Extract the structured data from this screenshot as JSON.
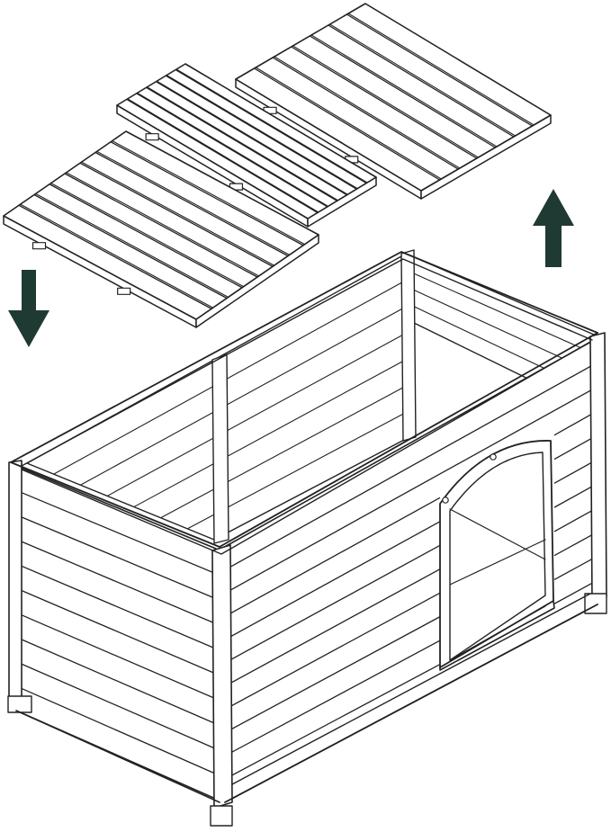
{
  "colors": {
    "line": "#222222",
    "background": "#ffffff",
    "arrow": "#1f3a32"
  },
  "icons": {
    "arrow_down": "arrow-down-icon",
    "arrow_up": "arrow-up-icon"
  },
  "structure": {
    "roof_panels": 3,
    "kennel_sidewall_boards": 9,
    "kennel_endwall_boards": 10,
    "rear_wall_boards": 7,
    "door_shape": "arched"
  }
}
